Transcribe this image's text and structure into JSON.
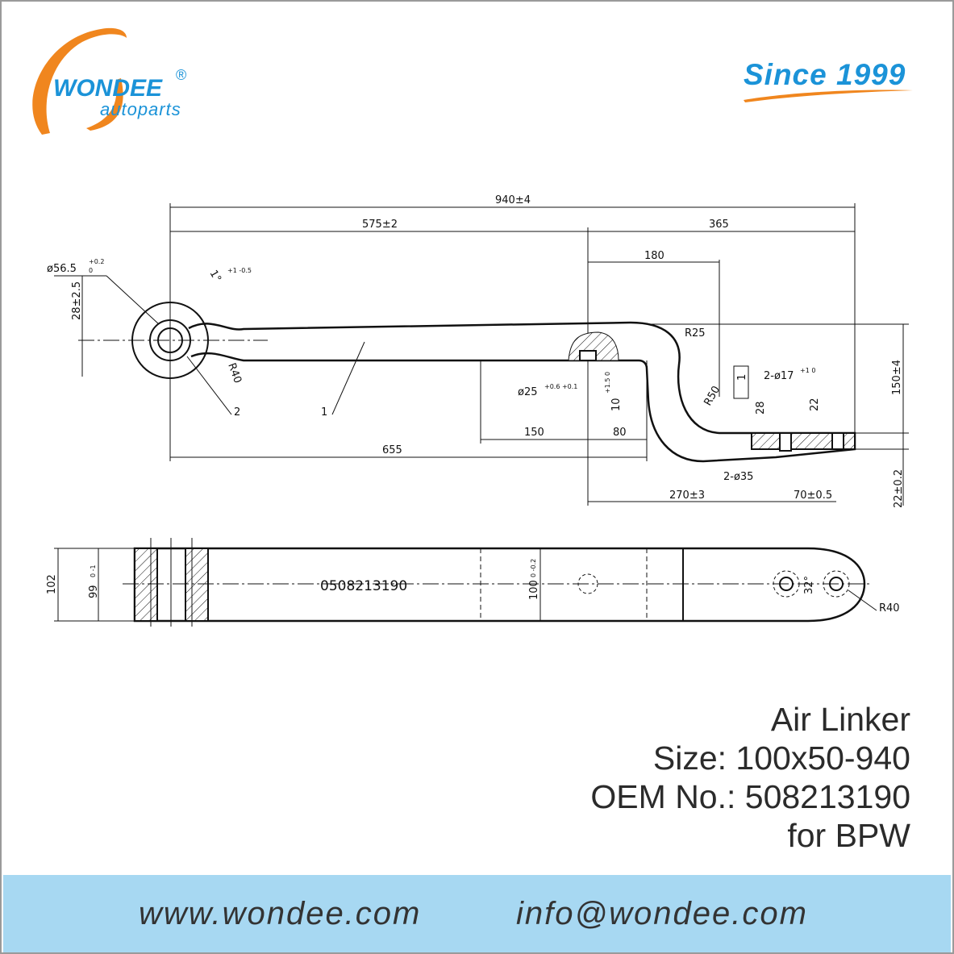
{
  "brand": {
    "name": "WONDEE",
    "sub": "autoparts",
    "registered": "®",
    "since": "Since 1999",
    "orange": "#f0861e",
    "blue": "#1b93d8"
  },
  "drawing": {
    "part_number": "0508213190",
    "labels": {
      "d940": "940±4",
      "d575": "575±2",
      "d365": "365",
      "d180": "180",
      "eye_dia": "ø56.5",
      "eye_tol_up": "+0.2",
      "eye_tol_lo": "0",
      "d28": "28±2.5",
      "angle": "1°",
      "angle_tol": "+1 -0.5",
      "r25": "R25",
      "r40": "R40",
      "r50": "R50",
      "n2": "2",
      "n1": "1",
      "pin_dia": "ø25",
      "pin_tol": "+0.6 +0.1",
      "d10": "10",
      "d10_tol": "+1.5 0",
      "d150": "150",
      "d80": "80",
      "d655": "655",
      "flat": "1",
      "holes17": "2-ø17",
      "holes17_tol": "+1 0",
      "d28b": "28",
      "d22": "22",
      "d150h": "150±4",
      "holes35": "2-ø35",
      "d270": "270±3",
      "d70": "70±0.5",
      "d22b": "22±0.2",
      "w102": "102",
      "w99": "99",
      "w99_tol": "0 -1",
      "w100": "100",
      "w100_tol": "0 -0.2",
      "a32": "32°",
      "r40b": "R40"
    }
  },
  "product": {
    "name": "Air Linker",
    "size": "Size: 100x50-940",
    "oem": "OEM No.: 508213190",
    "for": "for BPW"
  },
  "footer": {
    "website": "www.wondee.com",
    "email": "info@wondee.com"
  }
}
